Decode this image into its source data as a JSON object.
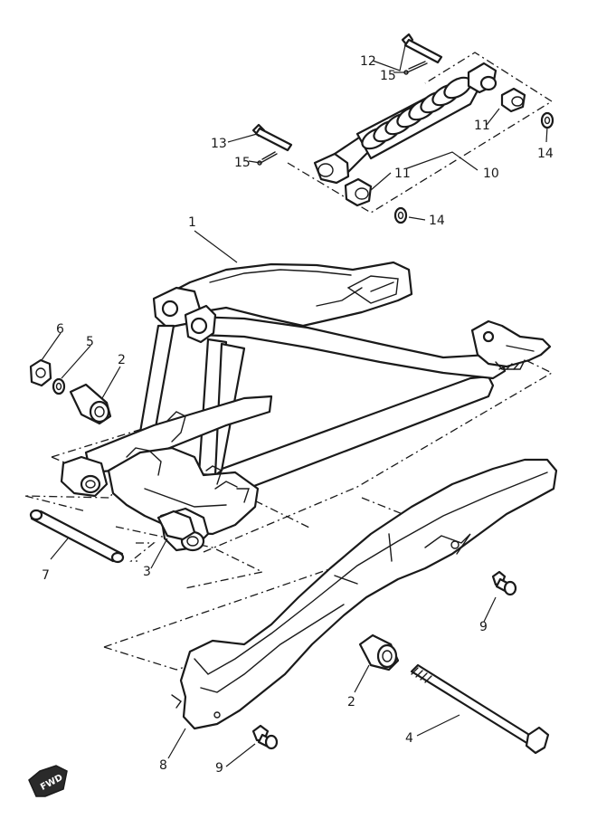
{
  "diagram": {
    "callouts": [
      {
        "id": "c1",
        "label": "1"
      },
      {
        "id": "c2a",
        "label": "2"
      },
      {
        "id": "c2b",
        "label": "2"
      },
      {
        "id": "c3",
        "label": "3"
      },
      {
        "id": "c4",
        "label": "4"
      },
      {
        "id": "c5",
        "label": "5"
      },
      {
        "id": "c6",
        "label": "6"
      },
      {
        "id": "c7",
        "label": "7"
      },
      {
        "id": "c8",
        "label": "8"
      },
      {
        "id": "c9a",
        "label": "9"
      },
      {
        "id": "c9b",
        "label": "9"
      },
      {
        "id": "c10",
        "label": "10"
      },
      {
        "id": "c11a",
        "label": "11"
      },
      {
        "id": "c11b",
        "label": "11"
      },
      {
        "id": "c12",
        "label": "12"
      },
      {
        "id": "c13",
        "label": "13"
      },
      {
        "id": "c14a",
        "label": "14"
      },
      {
        "id": "c14b",
        "label": "14"
      },
      {
        "id": "c15a",
        "label": "15"
      },
      {
        "id": "c15b",
        "label": "15"
      }
    ],
    "direction_badge": "FWD"
  }
}
